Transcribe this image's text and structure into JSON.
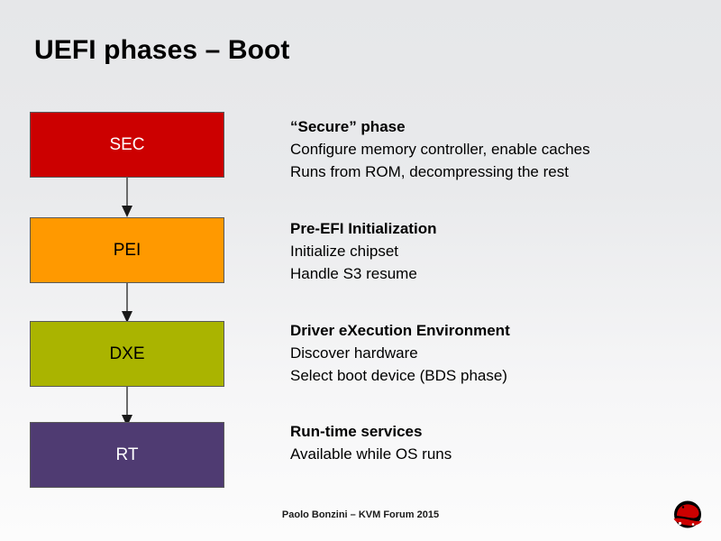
{
  "slide": {
    "title": "UEFI phases – Boot",
    "background_top_color": "#e6e7e9",
    "background_bottom_color": "#fcfcfc"
  },
  "diagram": {
    "phases": [
      {
        "abbr": "SEC",
        "fill": "#cc0000",
        "text_color": "#ffffff",
        "heading": "“Secure” phase",
        "lines": [
          "Configure memory controller, enable caches",
          "Runs from ROM, decompressing the rest"
        ]
      },
      {
        "abbr": "PEI",
        "fill": "#ff9900",
        "text_color": "#000000",
        "heading": "Pre-EFI Initialization",
        "lines": [
          "Initialize chipset",
          "Handle S3 resume"
        ]
      },
      {
        "abbr": "DXE",
        "fill": "#aab400",
        "text_color": "#000000",
        "heading": "Driver eXecution Environment",
        "lines": [
          "Discover hardware",
          "Select boot device (BDS phase)"
        ]
      },
      {
        "abbr": "RT",
        "fill": "#4f3b72",
        "text_color": "#ffffff",
        "heading": "Run-time services",
        "lines": [
          "Available while OS runs"
        ]
      }
    ],
    "arrow_color": "#6b6b6b",
    "box_border_color": "#595959"
  },
  "footer": {
    "credit": "Paolo Bonzini – KVM Forum 2015",
    "logo_name": "red-hat-shadowman-logo",
    "logo_hat_color": "#cc0000",
    "logo_head_color": "#000000"
  }
}
